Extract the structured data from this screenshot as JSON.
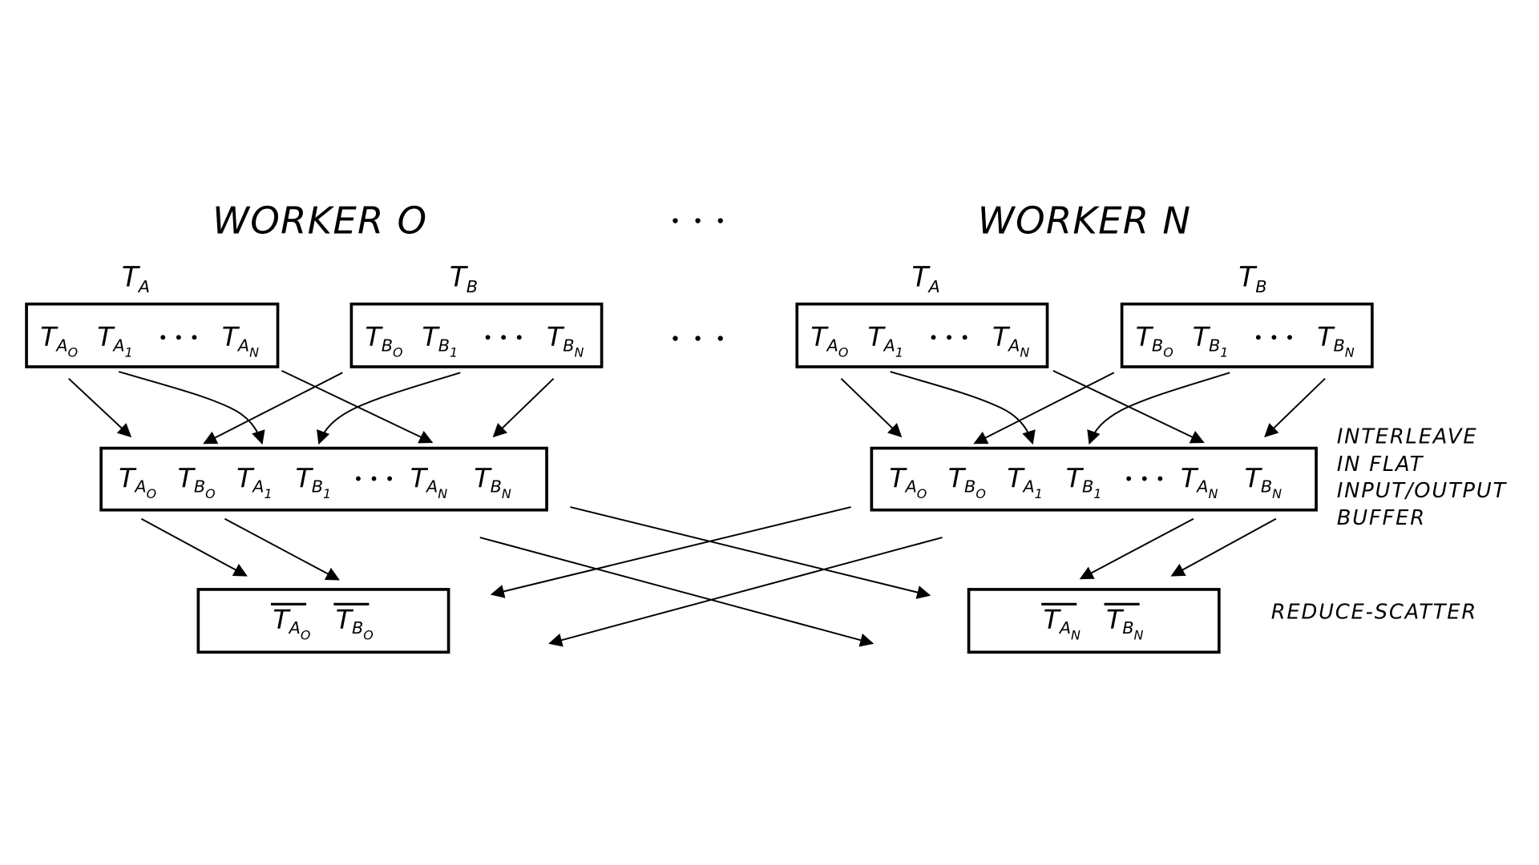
{
  "diagram": {
    "colors": {
      "stroke": "#000000",
      "background": "#ffffff"
    },
    "ellipsis": "···",
    "workers": [
      {
        "title": "WORKER O",
        "tensor_labels": [
          {
            "base": "T",
            "sub": "A"
          },
          {
            "base": "T",
            "sub": "B"
          }
        ],
        "input_buffers": [
          {
            "name": "A",
            "cells": [
              {
                "base": "T",
                "sub": "A",
                "subsub": "O"
              },
              {
                "base": "T",
                "sub": "A",
                "subsub": "1"
              },
              {
                "ellipsis": true
              },
              {
                "base": "T",
                "sub": "A",
                "subsub": "N"
              }
            ]
          },
          {
            "name": "B",
            "cells": [
              {
                "base": "T",
                "sub": "B",
                "subsub": "O"
              },
              {
                "base": "T",
                "sub": "B",
                "subsub": "1"
              },
              {
                "ellipsis": true
              },
              {
                "base": "T",
                "sub": "B",
                "subsub": "N"
              }
            ]
          }
        ],
        "interleaved_buffer": [
          {
            "base": "T",
            "sub": "A",
            "subsub": "O"
          },
          {
            "base": "T",
            "sub": "B",
            "subsub": "O"
          },
          {
            "base": "T",
            "sub": "A",
            "subsub": "1"
          },
          {
            "base": "T",
            "sub": "B",
            "subsub": "1"
          },
          {
            "ellipsis": true
          },
          {
            "base": "T",
            "sub": "A",
            "subsub": "N"
          },
          {
            "base": "T",
            "sub": "B",
            "subsub": "N"
          }
        ],
        "reduced": [
          {
            "base": "T",
            "sub": "A",
            "subsub": "O",
            "overline": true
          },
          {
            "base": "T",
            "sub": "B",
            "subsub": "O",
            "overline": true
          }
        ]
      },
      {
        "title": "WORKER N",
        "tensor_labels": [
          {
            "base": "T",
            "sub": "A"
          },
          {
            "base": "T",
            "sub": "B"
          }
        ],
        "input_buffers": [
          {
            "name": "A",
            "cells": [
              {
                "base": "T",
                "sub": "A",
                "subsub": "O"
              },
              {
                "base": "T",
                "sub": "A",
                "subsub": "1"
              },
              {
                "ellipsis": true
              },
              {
                "base": "T",
                "sub": "A",
                "subsub": "N"
              }
            ]
          },
          {
            "name": "B",
            "cells": [
              {
                "base": "T",
                "sub": "B",
                "subsub": "O"
              },
              {
                "base": "T",
                "sub": "B",
                "subsub": "1"
              },
              {
                "ellipsis": true
              },
              {
                "base": "T",
                "sub": "B",
                "subsub": "N"
              }
            ]
          }
        ],
        "interleaved_buffer": [
          {
            "base": "T",
            "sub": "A",
            "subsub": "O"
          },
          {
            "base": "T",
            "sub": "B",
            "subsub": "O"
          },
          {
            "base": "T",
            "sub": "A",
            "subsub": "1"
          },
          {
            "base": "T",
            "sub": "B",
            "subsub": "1"
          },
          {
            "ellipsis": true
          },
          {
            "base": "T",
            "sub": "A",
            "subsub": "N"
          },
          {
            "base": "T",
            "sub": "B",
            "subsub": "N"
          }
        ],
        "reduced": [
          {
            "base": "T",
            "sub": "A",
            "subsub": "N",
            "overline": true
          },
          {
            "base": "T",
            "sub": "B",
            "subsub": "N",
            "overline": true
          }
        ]
      }
    ],
    "side_labels": {
      "interleave": [
        "INTERLEAVE",
        "IN FLAT",
        "INPUT/OUTPUT",
        "BUFFER"
      ],
      "reduce_scatter": "REDUCE-SCATTER"
    }
  }
}
